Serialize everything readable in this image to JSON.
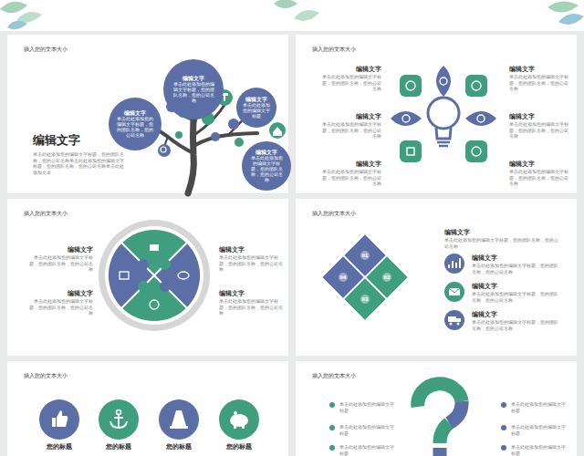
{
  "diagram": {
    "nodes": [
      {
        "text": [
          "插入您的文本大小"
        ]
      },
      {
        "text": [
          "编辑文字",
          "单击此处添加您的编辑文字标题，您的团队名称，您的公司名称"
        ],
        "in": 0
      },
      {
        "text": [
          "编辑文字",
          "单击此处添加您的编辑文字标题，您的团队名称，您的公司名称"
        ],
        "in": 0
      },
      {
        "text": [
          "编辑文字",
          "单击此处添加您的编辑文字标题"
        ],
        "in": 0
      },
      {
        "text": [
          "编辑文字",
          "单击此处添加您的编辑文字标题，您的团队名称，您的公司名称"
        ],
        "in": 0
      },
      {
        "text": [
          "插入您的文本大小"
        ]
      },
      {
        "text": [
          "插入您的文本大小"
        ]
      },
      {
        "text": [
          "插入您的文本大小"
        ]
      },
      {
        "text": [
          "插入您的文本大小"
        ]
      },
      {
        "text": [
          "您的标题"
        ],
        "in": 8
      },
      {
        "text": [
          "您的标题"
        ],
        "in": 8
      },
      {
        "text": [
          "您的标题"
        ],
        "in": 8
      },
      {
        "text": [
          "您的标题"
        ],
        "in": 8
      },
      {
        "text": [
          "插入您的文本大小"
        ]
      }
    ],
    "labels": [
      "编辑文字",
      "单击此处添加您的编辑文字标题，您的团队名称，您的公司名称单击此处添加您的编辑文字标题，您的团队名称，您的公司名称单击此处添加文本",
      "编辑文字",
      "单击此处添加您的编辑文字标题，您的团队名称，您的公司名称",
      "编辑文字",
      "单击此处添加您的编辑文字标题，您的团队名称，您的公司名称",
      "编辑文字",
      "单击此处添加您的编辑文字标题，您的团队名称，您的公司名称",
      "编辑文字",
      "单击此处添加您的编辑文字标题，您的团队名称，您的公司名称",
      "编辑文字",
      "单击此处添加您的编辑文字标题，您的团队名称，您的公司名称",
      "编辑文字",
      "单击此处添加您的编辑文字标题，您的团队名称，您的公司名称",
      "编辑文字",
      "单击此处添加您的编辑文字标题，您的团队名称，您的公司名称",
      "编辑文字",
      "单击此处添加您的编辑文字标题，您的团队名称，您的公司名称",
      "编辑文字",
      "单击此处添加您的编辑文字标题，您的团队名称，您的公司名称",
      "编辑文字",
      "单击此处添加您的编辑文字标题，您的团队名称，您的公司名称",
      "编辑文字",
      "单击此处添加您的编辑文字标题，您的团队名称，您的公司名称",
      "编辑文字",
      "单击此处添加您的编辑文字标题，您的团队名称，您的公司名称",
      "编辑文字",
      "单击此处添加您的编辑文字标题，您的团队名称，您的公司名称",
      "编辑文字",
      "单击此处添加您的编辑文字标题，您的团队名称，您的公司名称",
      "01",
      "02",
      "03",
      "04",
      "单击此处添加您的编辑文字标题",
      "单击此处添加您的编辑文字标题",
      "单击此处添加您的编辑文字标题",
      "单击此处添加您的编辑文字标题",
      "单击此处添加您的编辑文字标题",
      "单击此处添加您的编辑文字标题"
    ]
  }
}
